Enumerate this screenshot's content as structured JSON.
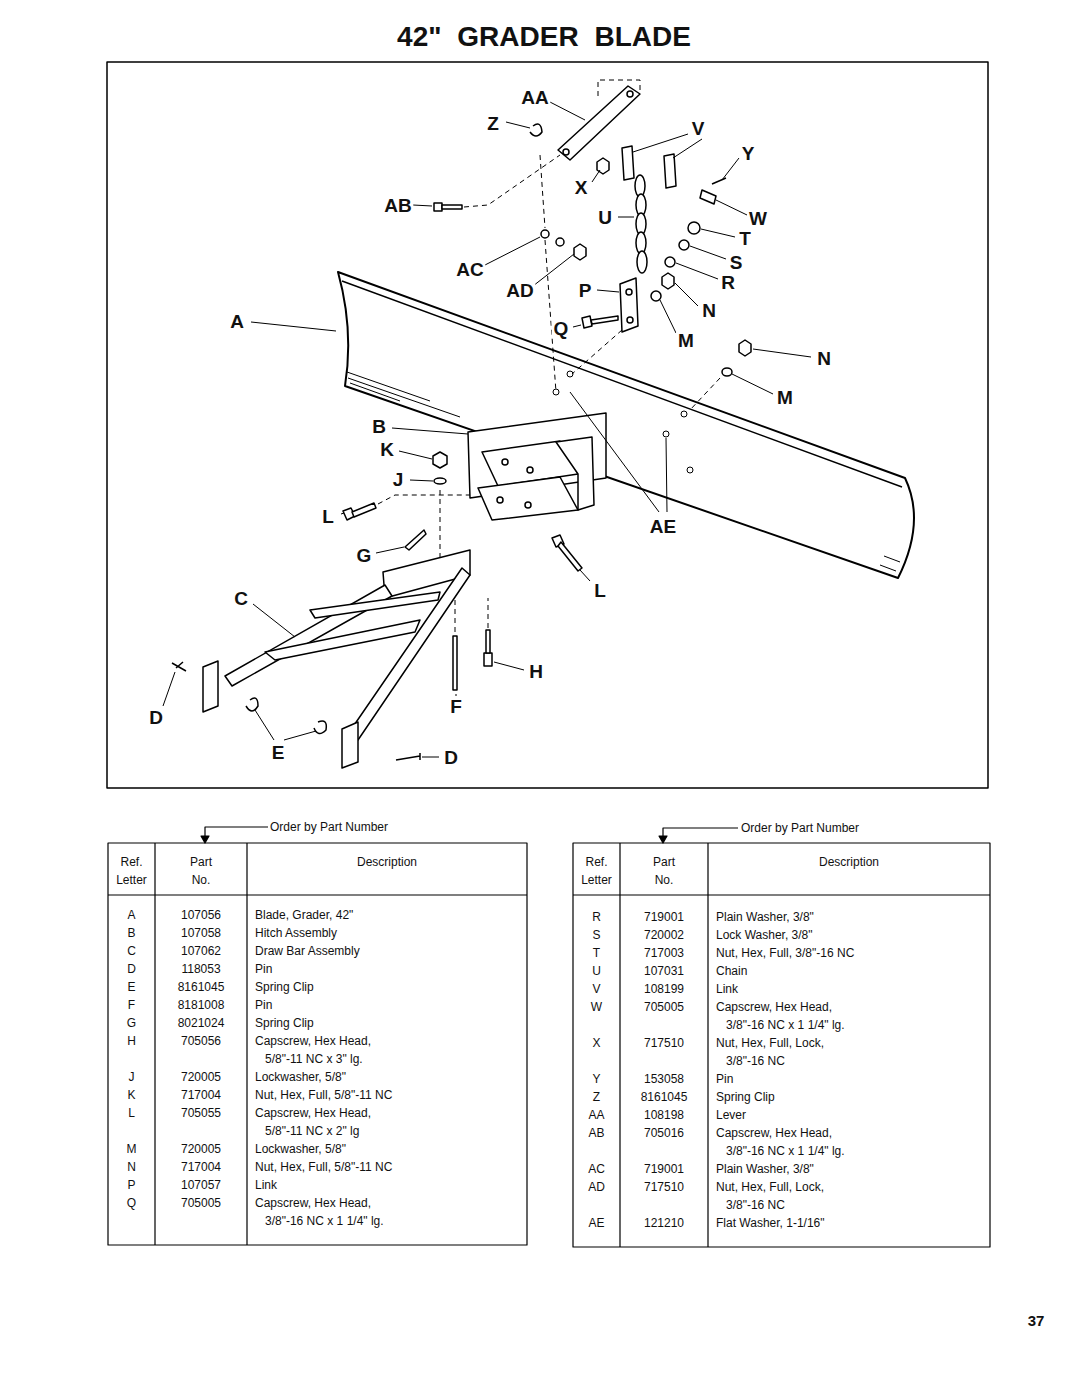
{
  "diagram": {
    "title": "42\" GRADER BLADE",
    "labels": [
      "AA",
      "Z",
      "V",
      "Y",
      "X",
      "AB",
      "U",
      "W",
      "T",
      "S",
      "AC",
      "R",
      "AD",
      "P",
      "N",
      "Q",
      "M",
      "A",
      "N",
      "M",
      "B",
      "K",
      "J",
      "AE",
      "L",
      "G",
      "L",
      "C",
      "H",
      "D",
      "F",
      "E",
      "D",
      "Order by Part Number",
      "Ref. Letter",
      "Part No.",
      "Description",
      "A",
      "107056",
      "Blade, Grader, 42\"",
      "B",
      "107058",
      "Hitch Assembly",
      "C",
      "107062",
      "Draw Bar Assembly",
      "D",
      "118053",
      "Pin",
      "E",
      "8161045",
      "Spring Clip",
      "F",
      "8181008",
      "Pin",
      "G",
      "8021024",
      "Spring Clip",
      "H",
      "705056",
      "Capscrew, Hex Head, 5/8\"-11 NC x 3\" lg.",
      "J",
      "720005",
      "Lockwasher, 5/8\"",
      "K",
      "717004",
      "Nut, Hex, Full, 5/8\"-11 NC",
      "L",
      "705055",
      "Capscrew, Hex Head, 5/8\"-11 NC x 2\" lg",
      "M",
      "720005",
      "Lockwasher, 5/8\"",
      "N",
      "717004",
      "Nut, Hex, Full, 5/8\"-11 NC",
      "P",
      "107057",
      "Link",
      "Q",
      "705005",
      "Capscrew, Hex Head, 3/8\"-16 NC x 1 1/4\" lg.",
      "Order by Part Number",
      "Ref. Letter",
      "Part No.",
      "Description",
      "R",
      "719001",
      "Plain Washer, 3/8\"",
      "S",
      "720002",
      "Lock Washer, 3/8\"",
      "T",
      "717003",
      "Nut, Hex, Full, 3/8\"-16 NC",
      "U",
      "107031",
      "Chain",
      "V",
      "108199",
      "Link",
      "W",
      "705005",
      "Capscrew, Hex Head, 3/8\"-16 NC x 1 1/4\" lg.",
      "X",
      "717510",
      "Nut, Hex, Full, Lock, 3/8\"-16 NC",
      "Y",
      "153058",
      "Pin",
      "Z",
      "8161045",
      "Spring Clip",
      "AA",
      "108198",
      "Lever",
      "AB",
      "705016",
      "Capscrew, Hex Head, 3/8\"-16 NC x 1 1/4\" lg.",
      "AC",
      "719001",
      "Plain Washer, 3/8\"",
      "AD",
      "717510",
      "Nut, Hex, Full, Lock, 3/8\"-16 NC",
      "AE",
      "121210",
      "Flat Washer, 1-1/16\"",
      "37"
    ]
  }
}
